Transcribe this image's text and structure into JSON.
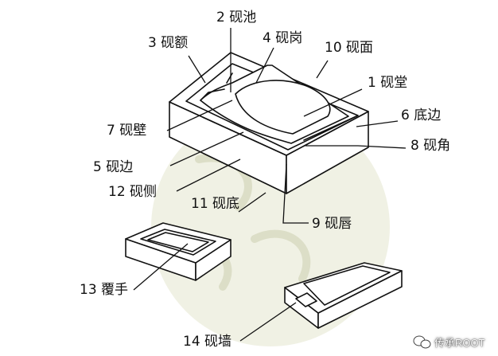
{
  "labels": {
    "yan_chi": "2 砚池",
    "yan_gang": "4 砚岗",
    "yan_e": "3 砚额",
    "yan_mian": "10 砚面",
    "yan_tang": "1 砚堂",
    "di_bian": "6 底边",
    "yan_bi": "7 砚壁",
    "yan_jiao": "8 砚角",
    "yan_bian": "5 砚边",
    "yan_ce": "12 砚侧",
    "yan_di": "11 砚底",
    "yan_chun": "9 砚唇",
    "fu_shou": "13 覆手",
    "yan_qiang": "14 砚墙"
  },
  "watermark": {
    "text": "传承ROOT",
    "icon": "wechat-icon"
  },
  "colors": {
    "ink": "#111111",
    "background": "#ffffff",
    "seal_tint": "#e9ead9"
  }
}
